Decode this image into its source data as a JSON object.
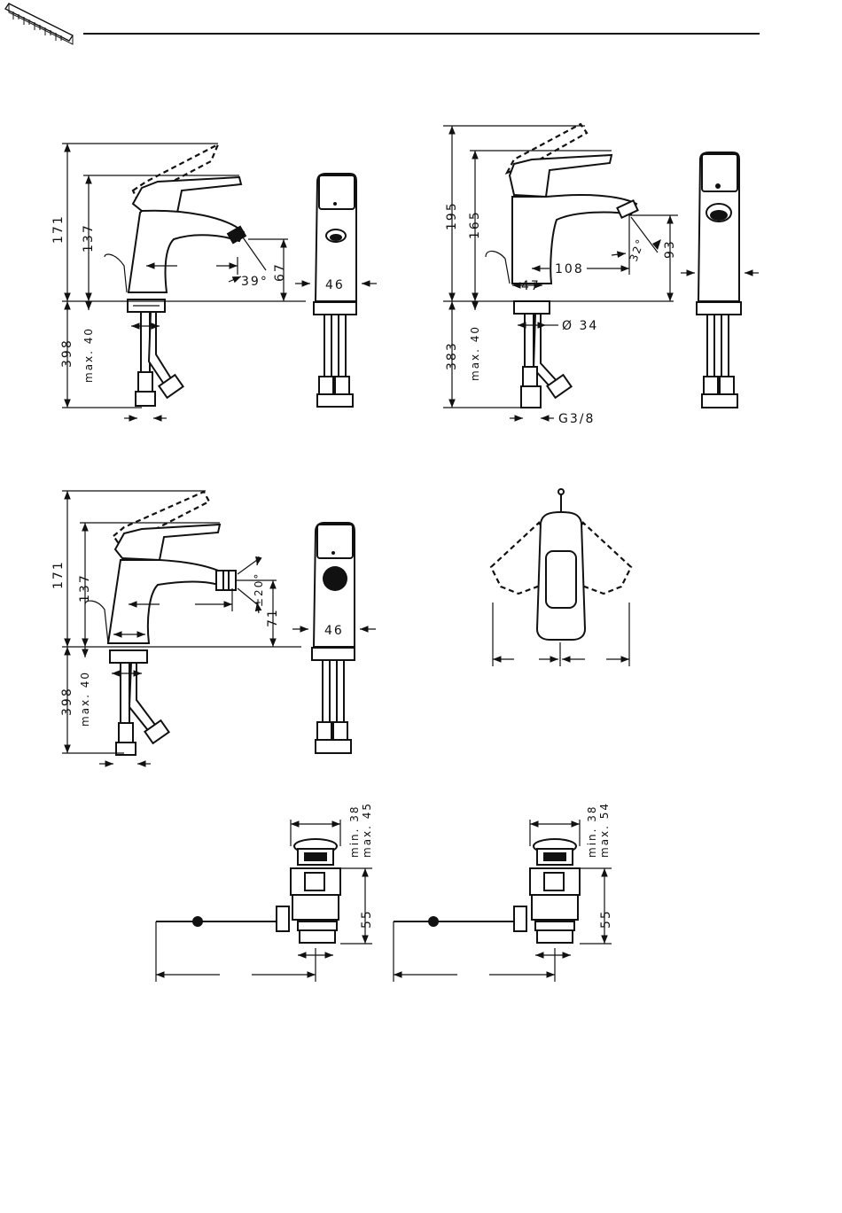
{
  "header": {
    "ruler_icon": "ruler-icon"
  },
  "basin_mixer_small": {
    "height_total": "171",
    "height_spout": "137",
    "outlet_height": "67",
    "angle": "39°",
    "below_total": "398",
    "max_thickness": "max. 40",
    "width": "46"
  },
  "basin_mixer_tall": {
    "height_total": "195",
    "height_spout": "165",
    "outlet_height": "93",
    "angle": "32°",
    "reach": "108",
    "base": "47",
    "diameter": "Ø 34",
    "below_total": "383",
    "max_thickness": "max. 40",
    "thread": "G3/8"
  },
  "bidet_mixer": {
    "height_total": "171",
    "height_spout": "137",
    "outlet_height": "71",
    "angle": "±20°",
    "below_total": "398",
    "max_thickness": "max. 40",
    "width": "46"
  },
  "waste_left": {
    "min": "min. 38",
    "max": "max. 45",
    "height": "55"
  },
  "waste_right": {
    "min": "min. 38",
    "max": "max. 54",
    "height": "55"
  }
}
